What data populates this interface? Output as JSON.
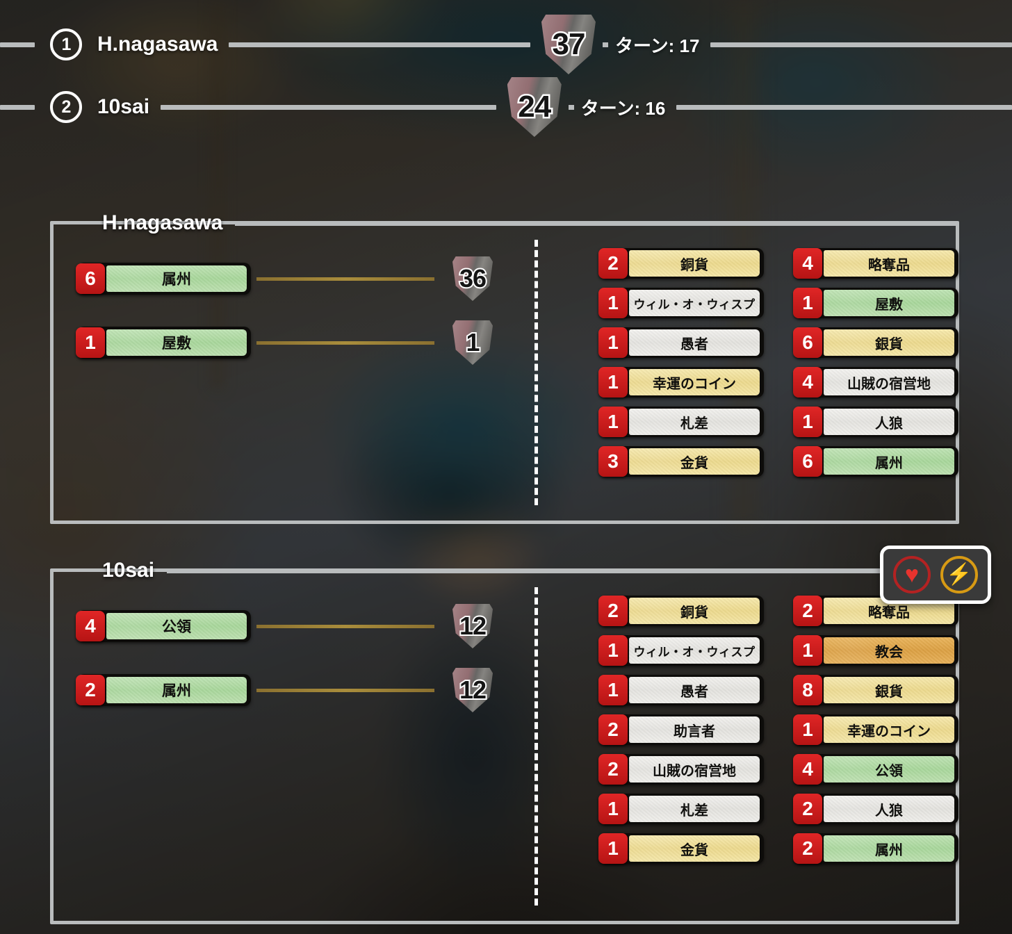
{
  "header": {
    "rows": [
      {
        "rank": "1",
        "name": "H.nagasawa",
        "score": "37",
        "turn_label": "ターン: 17"
      },
      {
        "rank": "2",
        "name": "10sai",
        "score": "24",
        "turn_label": "ターン: 16"
      }
    ]
  },
  "players": [
    {
      "title": "H.nagasawa",
      "victory_points": [
        {
          "count": "6",
          "card": "属州",
          "color": "green",
          "points": "36"
        },
        {
          "count": "1",
          "card": "屋敷",
          "color": "green",
          "points": "1"
        }
      ],
      "deck_left": [
        {
          "count": "2",
          "card": "銅貨",
          "color": "gold"
        },
        {
          "count": "1",
          "card": "ウィル・オ・ウィスプ",
          "color": "white"
        },
        {
          "count": "1",
          "card": "愚者",
          "color": "white"
        },
        {
          "count": "1",
          "card": "幸運のコイン",
          "color": "gold"
        },
        {
          "count": "1",
          "card": "札差",
          "color": "white"
        },
        {
          "count": "3",
          "card": "金貨",
          "color": "gold"
        }
      ],
      "deck_right": [
        {
          "count": "4",
          "card": "略奪品",
          "color": "gold"
        },
        {
          "count": "1",
          "card": "屋敷",
          "color": "green"
        },
        {
          "count": "6",
          "card": "銀貨",
          "color": "gold"
        },
        {
          "count": "4",
          "card": "山賊の宿営地",
          "color": "white"
        },
        {
          "count": "1",
          "card": "人狼",
          "color": "white"
        },
        {
          "count": "6",
          "card": "属州",
          "color": "green"
        }
      ]
    },
    {
      "title": "10sai",
      "victory_points": [
        {
          "count": "4",
          "card": "公領",
          "color": "green",
          "points": "12"
        },
        {
          "count": "2",
          "card": "属州",
          "color": "green",
          "points": "12"
        }
      ],
      "deck_left": [
        {
          "count": "2",
          "card": "銅貨",
          "color": "gold"
        },
        {
          "count": "1",
          "card": "ウィル・オ・ウィスプ",
          "color": "white"
        },
        {
          "count": "1",
          "card": "愚者",
          "color": "white"
        },
        {
          "count": "2",
          "card": "助言者",
          "color": "white"
        },
        {
          "count": "2",
          "card": "山賊の宿営地",
          "color": "white"
        },
        {
          "count": "1",
          "card": "札差",
          "color": "white"
        },
        {
          "count": "1",
          "card": "金貨",
          "color": "gold"
        }
      ],
      "deck_right": [
        {
          "count": "2",
          "card": "略奪品",
          "color": "gold"
        },
        {
          "count": "1",
          "card": "教会",
          "color": "orange"
        },
        {
          "count": "8",
          "card": "銀貨",
          "color": "gold"
        },
        {
          "count": "1",
          "card": "幸運のコイン",
          "color": "gold"
        },
        {
          "count": "4",
          "card": "公領",
          "color": "green"
        },
        {
          "count": "2",
          "card": "人狼",
          "color": "white"
        },
        {
          "count": "2",
          "card": "属州",
          "color": "green"
        }
      ]
    }
  ],
  "floating_actions": {
    "heart_glyph": "♥",
    "bolt_glyph": "⚡"
  },
  "colors": {
    "rule": "#b9bcbd",
    "badge_red": "#d42020",
    "card_green": "#b2dba5",
    "card_gold": "#efdd96",
    "card_white": "#eceae6",
    "card_orange": "#dfa547",
    "vp_line": "#a98d3c",
    "heart": "#e8332e",
    "bolt": "#d79a14"
  }
}
